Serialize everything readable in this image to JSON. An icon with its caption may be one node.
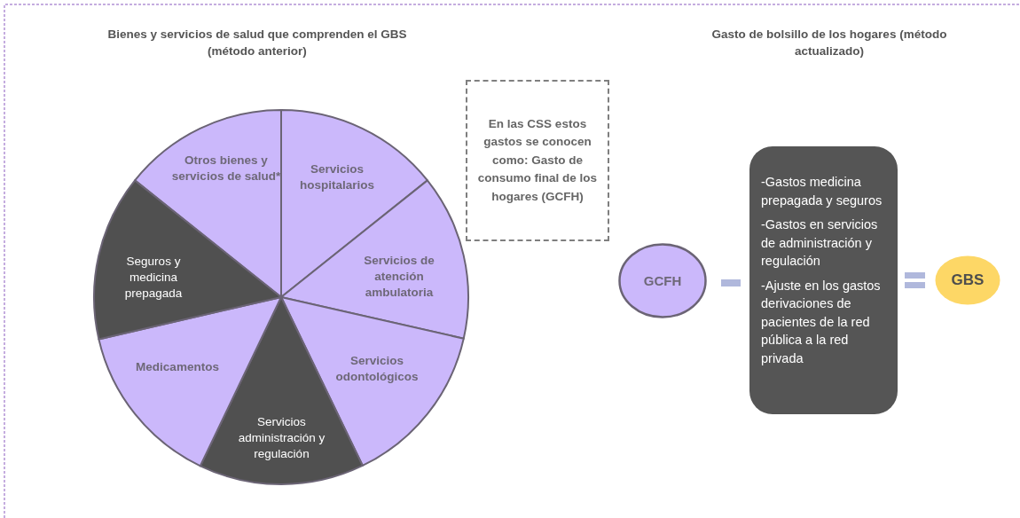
{
  "diagram": {
    "nodes": [
      {
        "text": [
          "Otros bienes y servicios de salud*"
        ]
      },
      {
        "text": [
          "Servicios hospitalarios"
        ]
      },
      {
        "text": [
          "Servicios de atención ambulatoria"
        ]
      },
      {
        "text": [
          "Servicios odontológicos"
        ]
      },
      {
        "text": [
          "Servicios administración y regulación"
        ]
      },
      {
        "text": [
          "Medicamentos"
        ]
      },
      {
        "text": [
          "Seguros y medicina prepagada"
        ]
      },
      {
        "text": [
          "En las CSS estos gastos se conocen como: Gasto de consumo final de los hogares (GCFH)"
        ]
      },
      {
        "text": [
          "GCFH"
        ]
      },
      {
        "text": [
          "-Gastos medicina prepagada y seguros",
          "-Gastos en servicios de administración y regulación",
          "-Ajuste en los gastos derivaciones de pacientes de la red pública a la red privada"
        ]
      },
      {
        "text": [
          "GBS"
        ]
      }
    ],
    "edges": [],
    "labels": [
      "Bienes y servicios de salud que comprenden el GBS (método anterior)",
      "Gasto de bolsillo de los hogares (método actualizado)"
    ]
  }
}
